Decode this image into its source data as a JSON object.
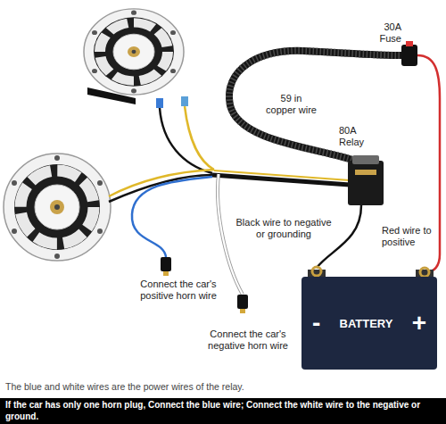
{
  "diagram": {
    "nodes": [
      {
        "text": [
          "-",
          "BATTERY",
          "+"
        ]
      }
    ],
    "labels": [
      "30A Fuse",
      "59 in copper wire",
      "80A Relay",
      "Black wire to negative or grounding",
      "Red wire to positive",
      "Connect the car's positive horn wire",
      "Connect the car's negative horn wire",
      "The blue and white wires are the power wires of the relay.",
      "If the car has only one horn plug, Connect the blue wire; Connect the white wire to the negative or ground."
    ]
  }
}
